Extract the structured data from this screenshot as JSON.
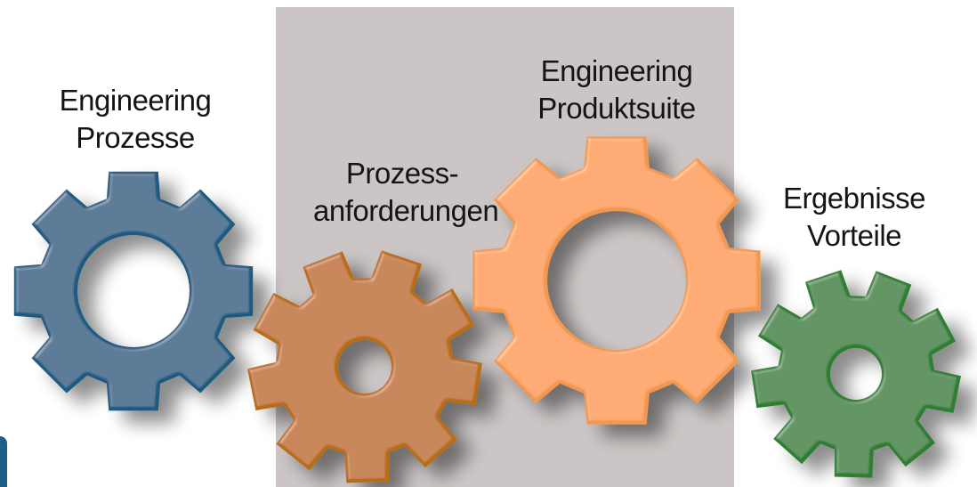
{
  "labels": {
    "engineering_prozesse": {
      "line1": "Engineering",
      "line2": "Prozesse"
    },
    "prozessanforderungen": {
      "line1": "Prozess-",
      "line2": "anforderungen"
    },
    "engineering_produktsuite": {
      "line1": "Engineering",
      "line2": "Produktsuite"
    },
    "ergebnisse_vorteile": {
      "line1": "Ergebnisse",
      "line2": "Vorteile"
    }
  },
  "colors": {
    "panel": "#cbc6c5",
    "gear_blue": "#1d5a80",
    "gear_brown": "#b96c15",
    "gear_orange": "#f2974f",
    "gear_green": "#2e7d32"
  }
}
